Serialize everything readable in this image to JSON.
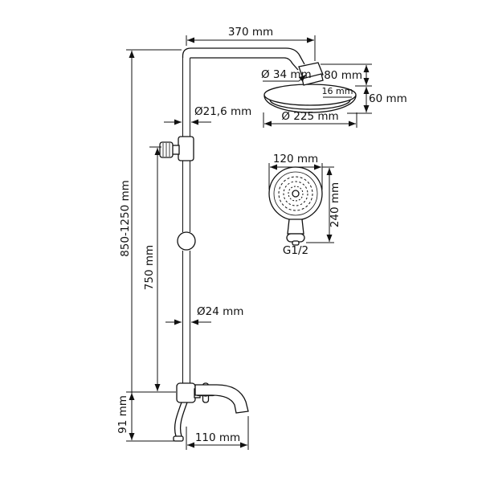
{
  "diagram": {
    "type": "technical-dimension-drawing",
    "subject": "shower column system with overhead rain shower, hand shower and bath spout",
    "colors": {
      "line": "#111111",
      "background": "#ffffff"
    },
    "dimensions": {
      "top_width": "370 mm",
      "arm_connector_diameter": "Ø 34 mm",
      "head_connector_height": "80 mm",
      "head_rim": "16 mm",
      "head_height": "60 mm",
      "head_diameter": "Ø 225 mm",
      "riser_diameter": "Ø21,6 mm",
      "hand_shower_diameter": "120 mm",
      "hand_shower_length": "240 mm",
      "hand_shower_thread": "G1/2",
      "total_height": "850-1250 mm",
      "lower_riser_height": "750 mm",
      "spout_height": "91 mm",
      "lower_riser_diameter": "Ø24 mm",
      "spout_reach": "110 mm"
    }
  }
}
